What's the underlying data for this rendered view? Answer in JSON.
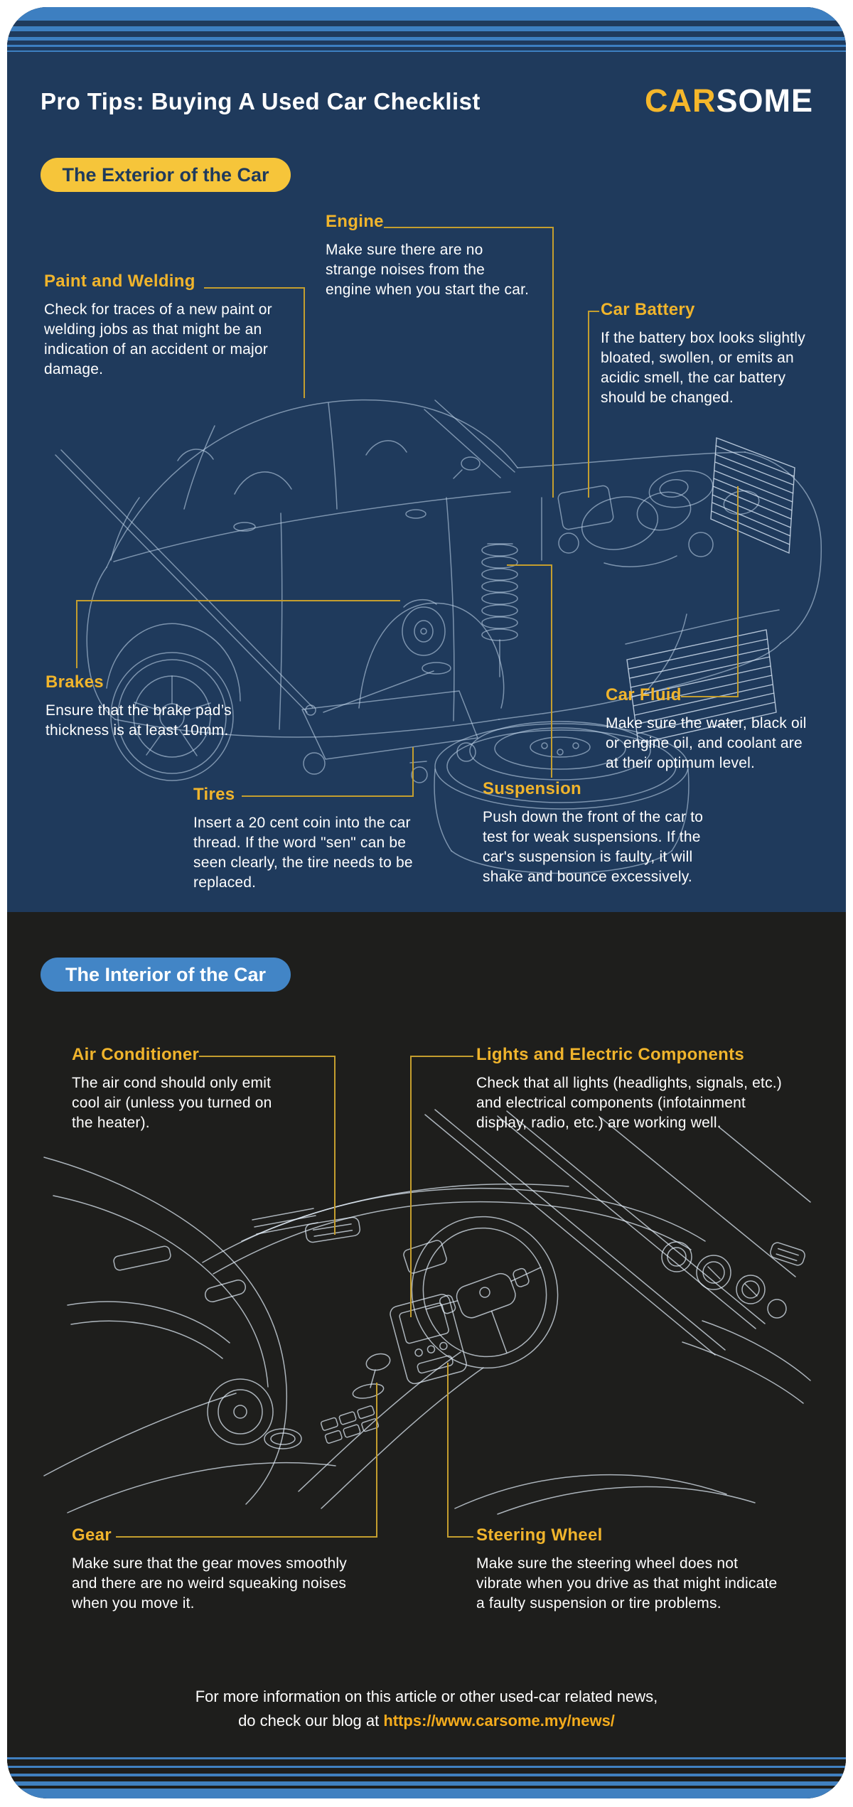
{
  "header": {
    "title": "Pro Tips: Buying A Used Car Checklist",
    "logo_car": "CAR",
    "logo_some": "SOME"
  },
  "exterior": {
    "badge": "The Exterior of the Car",
    "items": {
      "engine": {
        "title": "Engine",
        "body": "Make sure there are no\nstrange noises from the\nengine when you start the car."
      },
      "paint": {
        "title": "Paint and Welding",
        "body": "Check for traces of a new paint or\nwelding jobs as that might be an\nindication of an accident or major\ndamage."
      },
      "battery": {
        "title": "Car Battery",
        "body": "If the battery box looks slightly\nbloated, swollen, or emits an\nacidic smell, the car battery\nshould be changed."
      },
      "brakes": {
        "title": "Brakes",
        "body": "Ensure that the brake pad’s\nthickness is at least 10mm."
      },
      "fluid": {
        "title": "Car Fluid",
        "body": "Make sure the water, black oil\nor engine oil, and coolant are\nat their optimum level."
      },
      "tires": {
        "title": "Tires",
        "body": "Insert a 20 cent coin into the car\nthread. If the word \"sen\" can be\nseen clearly, the tire needs to be\nreplaced."
      },
      "suspension": {
        "title": "Suspension",
        "body": "Push down the front of the car to\ntest for weak suspensions. If the\ncar's suspension is faulty, it will\nshake and bounce excessively."
      }
    }
  },
  "interior": {
    "badge": "The Interior of the Car",
    "items": {
      "ac": {
        "title": "Air Conditioner",
        "body": "The air cond should only emit\ncool air (unless you turned on\nthe heater)."
      },
      "lights": {
        "title": "Lights and Electric Components",
        "body": "Check that all lights (headlights, signals, etc.)\nand electrical components (infotainment\ndisplay, radio, etc.) are working well."
      },
      "gear": {
        "title": "Gear",
        "body": "Make sure that the gear moves smoothly\nand there are no weird squeaking noises\nwhen you move it."
      },
      "steering": {
        "title": "Steering Wheel",
        "body": "Make sure the steering wheel does not\nvibrate when you drive as that might indicate\na faulty suspension or tire problems."
      }
    }
  },
  "footer": {
    "line1": "For more information on this article or other used-car related news,",
    "line2_prefix": "do check our blog at ",
    "link": "https://www.carsome.my/news/"
  },
  "colors": {
    "navy": "#1F3A5C",
    "dark": "#1E1E1C",
    "stripe_blue": "#3D7FC1",
    "badge_yellow": "#F6C53A",
    "badge_blue": "#4285C6",
    "heading_yellow": "#F0B42C",
    "link_yellow": "#F5AC1C",
    "connector_gold": "#C49E2E",
    "wireframe": "#C9DCF0",
    "text_white": "#FFFFFF"
  }
}
